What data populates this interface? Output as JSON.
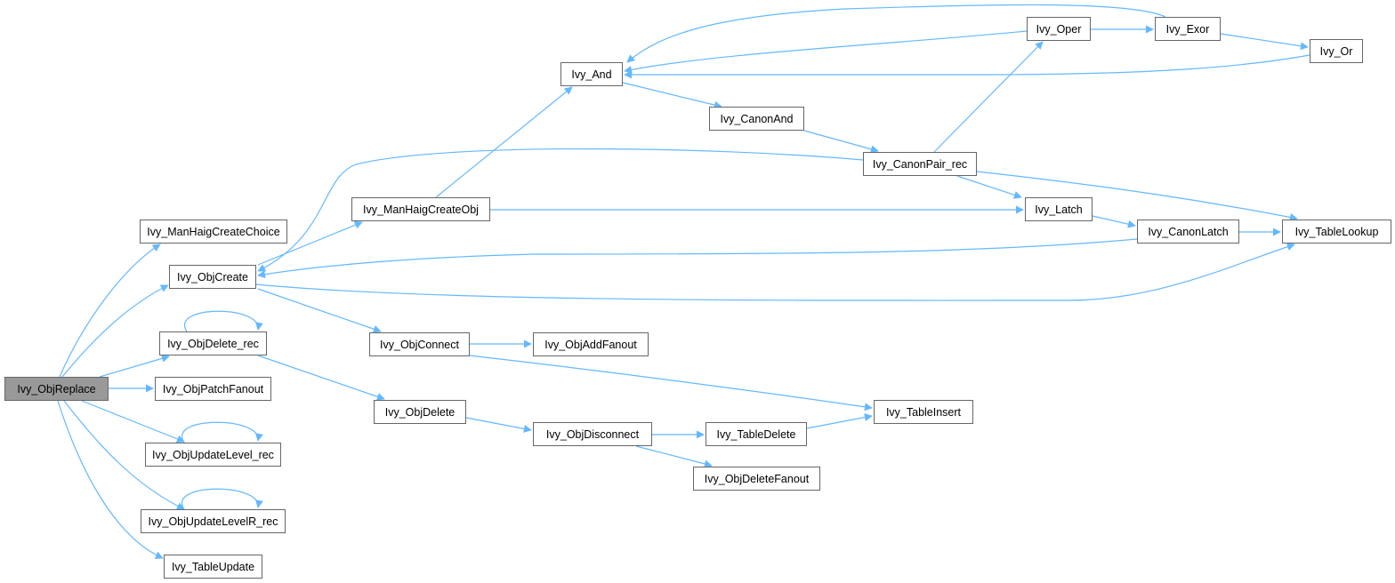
{
  "graph": {
    "type": "call-graph",
    "edge_color": "#63b8ff",
    "root_color": "#999999",
    "nodes": [
      {
        "id": "replace",
        "label": "Ivy_ObjReplace",
        "root": true
      },
      {
        "id": "mhchoice",
        "label": "Ivy_ManHaigCreateChoice"
      },
      {
        "id": "create",
        "label": "Ivy_ObjCreate"
      },
      {
        "id": "delrec",
        "label": "Ivy_ObjDelete_rec"
      },
      {
        "id": "patch",
        "label": "Ivy_ObjPatchFanout"
      },
      {
        "id": "updrec",
        "label": "Ivy_ObjUpdateLevel_rec"
      },
      {
        "id": "updrrec",
        "label": "Ivy_ObjUpdateLevelR_rec"
      },
      {
        "id": "tupdate",
        "label": "Ivy_TableUpdate"
      },
      {
        "id": "mhobj",
        "label": "Ivy_ManHaigCreateObj"
      },
      {
        "id": "connect",
        "label": "Ivy_ObjConnect"
      },
      {
        "id": "delete",
        "label": "Ivy_ObjDelete"
      },
      {
        "id": "and",
        "label": "Ivy_And"
      },
      {
        "id": "canonand",
        "label": "Ivy_CanonAnd"
      },
      {
        "id": "canonpair",
        "label": "Ivy_CanonPair_rec"
      },
      {
        "id": "oper",
        "label": "Ivy_Oper"
      },
      {
        "id": "exor",
        "label": "Ivy_Exor"
      },
      {
        "id": "or",
        "label": "Ivy_Or"
      },
      {
        "id": "latch",
        "label": "Ivy_Latch"
      },
      {
        "id": "canonlatch",
        "label": "Ivy_CanonLatch"
      },
      {
        "id": "tlookup",
        "label": "Ivy_TableLookup"
      },
      {
        "id": "addfanout",
        "label": "Ivy_ObjAddFanout"
      },
      {
        "id": "tinsert",
        "label": "Ivy_TableInsert"
      },
      {
        "id": "disconnect",
        "label": "Ivy_ObjDisconnect"
      },
      {
        "id": "tdelete",
        "label": "Ivy_TableDelete"
      },
      {
        "id": "delfanout",
        "label": "Ivy_ObjDeleteFanout"
      }
    ],
    "edges": [
      [
        "replace",
        "mhchoice"
      ],
      [
        "replace",
        "create"
      ],
      [
        "replace",
        "delrec"
      ],
      [
        "replace",
        "patch"
      ],
      [
        "replace",
        "updrec"
      ],
      [
        "replace",
        "updrrec"
      ],
      [
        "replace",
        "tupdate"
      ],
      [
        "delrec",
        "delrec"
      ],
      [
        "updrec",
        "updrec"
      ],
      [
        "updrrec",
        "updrrec"
      ],
      [
        "create",
        "mhobj"
      ],
      [
        "create",
        "connect"
      ],
      [
        "create",
        "tlookup"
      ],
      [
        "delrec",
        "delete"
      ],
      [
        "mhobj",
        "and"
      ],
      [
        "mhobj",
        "latch"
      ],
      [
        "and",
        "canonand"
      ],
      [
        "canonand",
        "canonpair"
      ],
      [
        "canonpair",
        "create"
      ],
      [
        "canonpair",
        "oper"
      ],
      [
        "canonpair",
        "latch"
      ],
      [
        "canonpair",
        "tlookup"
      ],
      [
        "oper",
        "exor"
      ],
      [
        "oper",
        "and"
      ],
      [
        "exor",
        "and"
      ],
      [
        "exor",
        "or"
      ],
      [
        "or",
        "and"
      ],
      [
        "latch",
        "canonlatch"
      ],
      [
        "canonlatch",
        "tlookup"
      ],
      [
        "canonlatch",
        "create"
      ],
      [
        "connect",
        "addfanout"
      ],
      [
        "connect",
        "tinsert"
      ],
      [
        "delete",
        "disconnect"
      ],
      [
        "disconnect",
        "tdelete"
      ],
      [
        "disconnect",
        "delfanout"
      ],
      [
        "tdelete",
        "tinsert"
      ]
    ]
  }
}
